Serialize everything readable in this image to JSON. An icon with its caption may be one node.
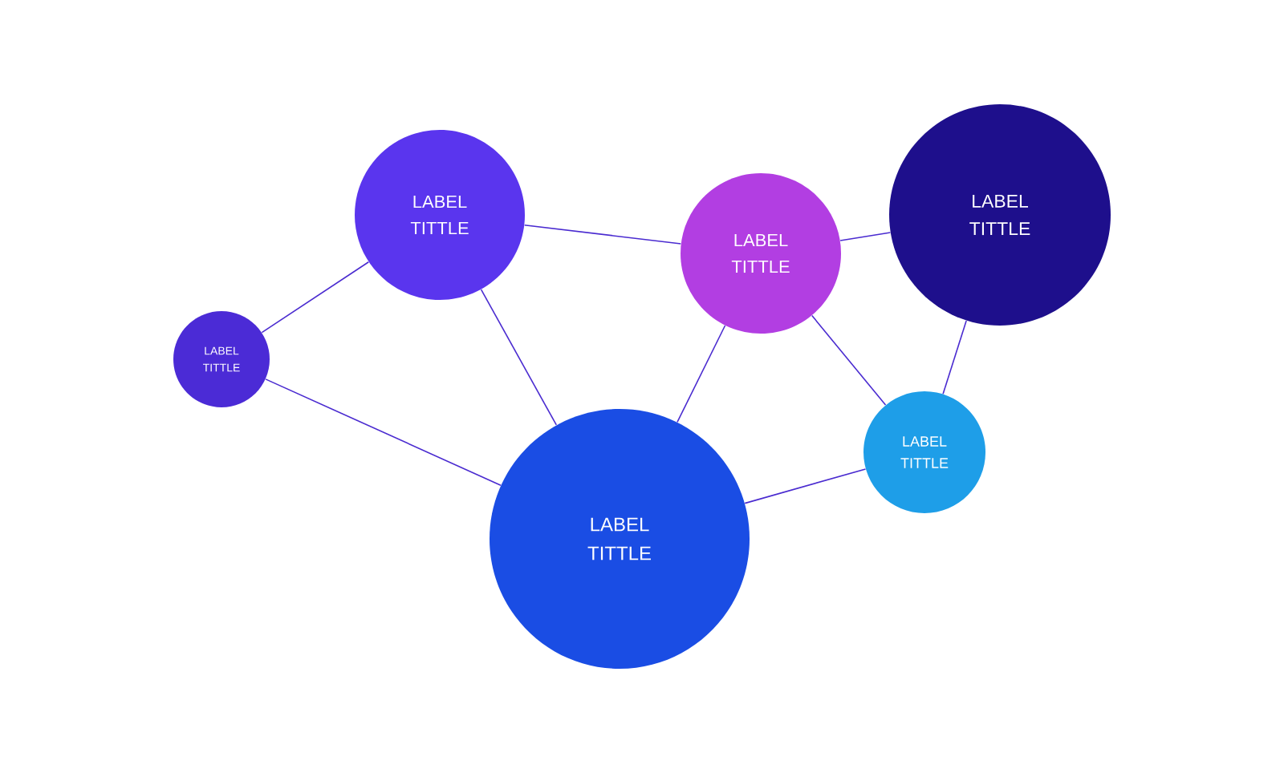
{
  "diagram": {
    "nodes": [
      {
        "text": [
          "LABEL TITTLE"
        ]
      },
      {
        "text": [
          "LABEL TITTLE"
        ]
      },
      {
        "text": [
          "LABEL TITTLE"
        ]
      },
      {
        "text": [
          "LABEL TITTLE"
        ]
      },
      {
        "text": [
          "LABEL TITTLE"
        ]
      },
      {
        "text": [
          "LABEL TITTLE"
        ]
      }
    ],
    "edges": [
      {
        "from": 0,
        "to": 1,
        "arrow": "none"
      },
      {
        "from": 0,
        "to": 4,
        "arrow": "none"
      },
      {
        "from": 1,
        "to": 2,
        "arrow": "none"
      },
      {
        "from": 1,
        "to": 4,
        "arrow": "none"
      },
      {
        "from": 2,
        "to": 3,
        "arrow": "none"
      },
      {
        "from": 2,
        "to": 4,
        "arrow": "none"
      },
      {
        "from": 2,
        "to": 5,
        "arrow": "none"
      },
      {
        "from": 3,
        "to": 5,
        "arrow": "none"
      },
      {
        "from": 4,
        "to": 5,
        "arrow": "none"
      }
    ]
  }
}
